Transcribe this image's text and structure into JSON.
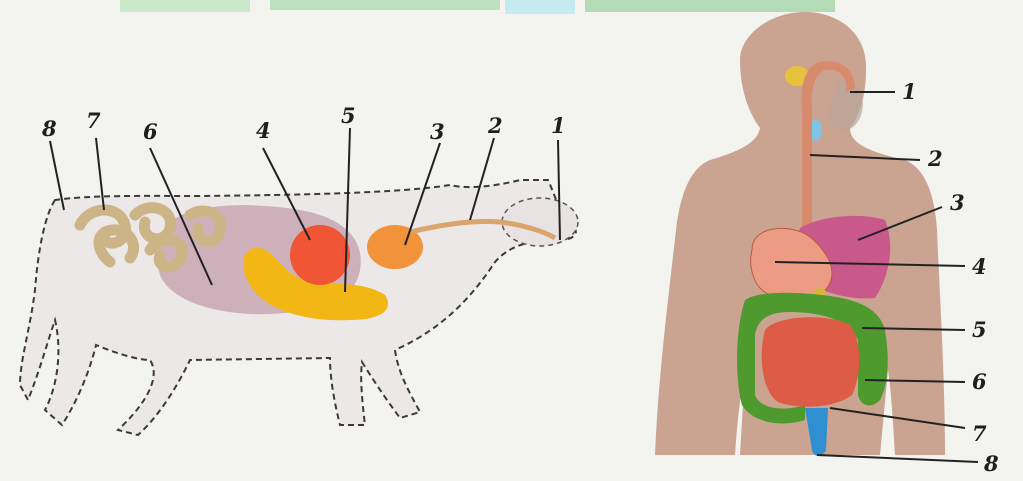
{
  "cow_diagram": {
    "labels": [
      "1",
      "2",
      "3",
      "4",
      "5",
      "6",
      "7",
      "8"
    ]
  },
  "human_diagram": {
    "labels": [
      "1",
      "2",
      "3",
      "4",
      "5",
      "6",
      "7",
      "8"
    ]
  },
  "colors": {
    "background": "#f3f4ef",
    "cow_outline": "#3a3a3a",
    "cow_body": "#ece8e8",
    "cow_rumen": "#c9a6b3",
    "cow_intestine": "#cdb487",
    "cow_abomasum": "#f2b715",
    "cow_reticulum": "#f05535",
    "cow_omasum": "#f2923a",
    "human_skin": "#caa491",
    "human_esophagus": "#d78a6c",
    "human_liver": "#c8598a",
    "human_stomach": "#ec9c84",
    "human_colon": "#4f9a2e",
    "human_small_intestine": "#dd5c45",
    "human_rectum": "#2f8fd0",
    "human_salivary": "#e7c23d",
    "top_banner_green": "#9dd3a3"
  }
}
